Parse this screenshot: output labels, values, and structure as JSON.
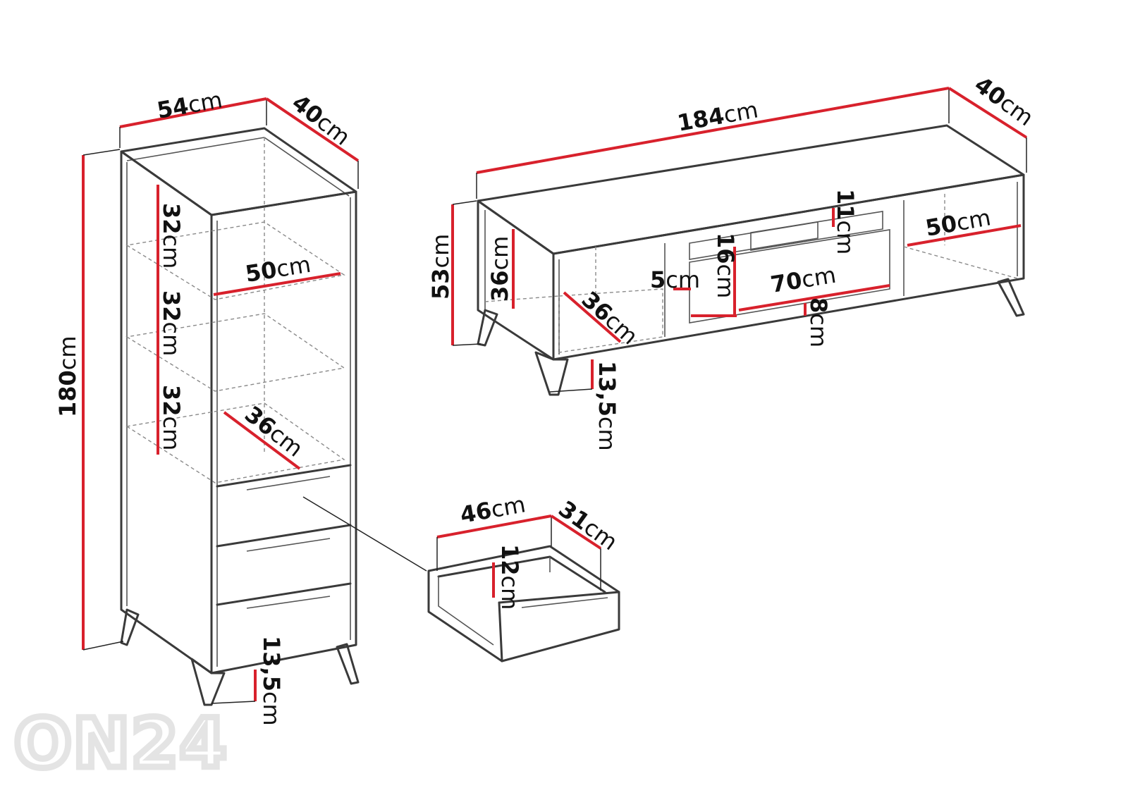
{
  "logo": "ON24",
  "unit": "cm",
  "bookcase": {
    "width": "54",
    "depth": "40",
    "height": "180",
    "shelf_spacing_1": "32",
    "shelf_spacing_2": "32",
    "shelf_spacing_3": "32",
    "shelf_width": "50",
    "shelf_depth": "36",
    "leg_height": "13,5"
  },
  "drawer": {
    "width": "46",
    "depth": "31",
    "height": "12"
  },
  "tv_stand": {
    "width": "184",
    "depth": "40",
    "height": "53",
    "side_compartment_height": "36",
    "side_compartment_depth": "36",
    "right_compartment_width": "50",
    "upper_opening_height": "11",
    "center_opening_height": "16",
    "center_opening_width": "70",
    "inner_offset": "5",
    "bottom_opening_height": "8",
    "leg_height": "13,5"
  }
}
